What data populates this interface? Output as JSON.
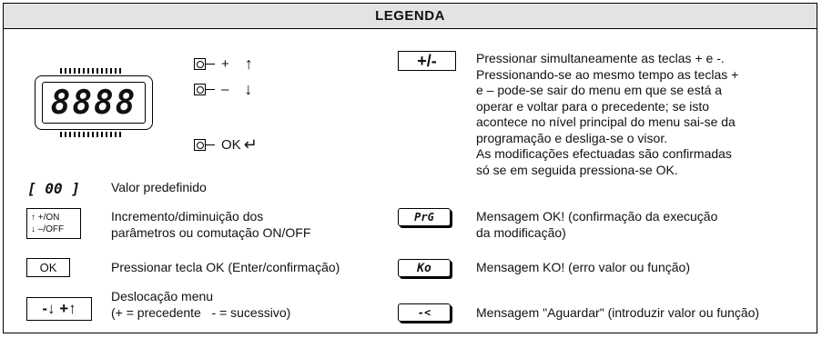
{
  "header": {
    "title": "LEGENDA"
  },
  "display": {
    "digits": "8888"
  },
  "buttons": {
    "plus": {
      "sign": "+",
      "arrow": "↑"
    },
    "minus": {
      "sign": "–",
      "arrow": "↓"
    },
    "ok": {
      "label": "OK",
      "arrow": "↵"
    }
  },
  "left_items": [
    {
      "key": "[ 00 ]",
      "text": "Valor predefinido"
    },
    {
      "key_lines": [
        "↑ +/ON",
        "↓ –/OFF"
      ],
      "text": "Incremento/diminuição dos\nparâmetros ou comutação ON/OFF"
    },
    {
      "key": "OK",
      "text": "Pressionar tecla OK (Enter/confirmação)"
    },
    {
      "key": "-↓ +↑",
      "text": "Deslocação menu\n(+ = precedente   - = sucessivo)"
    }
  ],
  "right_items": [
    {
      "key": "+/-",
      "text": "Pressionar simultaneamente as teclas + e -.\nPressionando-se ao mesmo tempo as teclas +\ne – pode-se sair do menu em que se está a\noperar e voltar para o precedente; se isto\nacontece no nível principal do menu sai-se da\nprogramação e desliga-se o visor.\nAs modificações efectuadas são confirmadas\nsó se em seguida pressiona-se OK."
    },
    {
      "key": "PrG",
      "text": "Mensagem OK! (confirmação da execução\nda modificação)"
    },
    {
      "key": "Ko",
      "text": "Mensagem KO! (erro valor ou função)"
    },
    {
      "key": "-<",
      "text": "Mensagem \"Aguardar\" (introduzir valor ou função)"
    }
  ]
}
